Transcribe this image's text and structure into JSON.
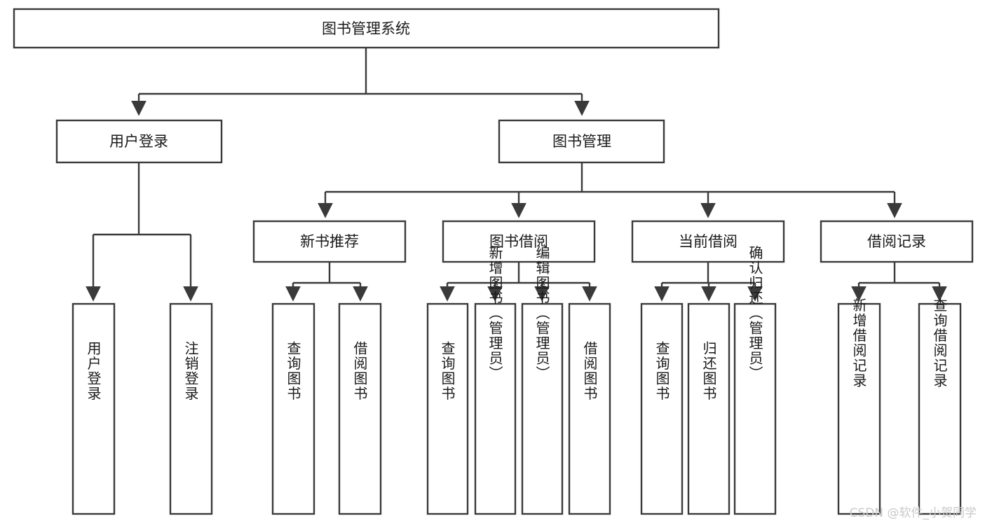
{
  "diagram": {
    "title": "图书管理系统",
    "type": "hierarchy-tree",
    "watermark": "CSDN @软件_小贺同学",
    "colors": {
      "box_fill": "#ffffff",
      "box_stroke": "#3a3a3a",
      "text": "#1a1a1a",
      "watermark": "#c9c9c9",
      "background": "#ffffff"
    },
    "levels": {
      "root": {
        "label": "图书管理系统"
      },
      "level2": [
        {
          "label": "用户登录"
        },
        {
          "label": "图书管理"
        }
      ],
      "level3": [
        {
          "label": "新书推荐"
        },
        {
          "label": "图书借阅"
        },
        {
          "label": "当前借阅"
        },
        {
          "label": "借阅记录"
        }
      ],
      "leaves": {
        "user_login": [
          {
            "label": "用户登录"
          },
          {
            "label": "注销登录"
          }
        ],
        "new_book_recommend": [
          {
            "label": "查询图书"
          },
          {
            "label": "借阅图书"
          }
        ],
        "book_borrow": [
          {
            "label": "查询图书"
          },
          {
            "label": "新增图书（管理员）"
          },
          {
            "label": "编辑图书（管理员）"
          },
          {
            "label": "借阅图书"
          }
        ],
        "current_borrow": [
          {
            "label": "查询图书"
          },
          {
            "label": "归还图书"
          },
          {
            "label": "确认归还（管理员）"
          }
        ],
        "borrow_record": [
          {
            "label": "新增借阅记录"
          },
          {
            "label": "查询借阅记录"
          }
        ]
      }
    }
  }
}
